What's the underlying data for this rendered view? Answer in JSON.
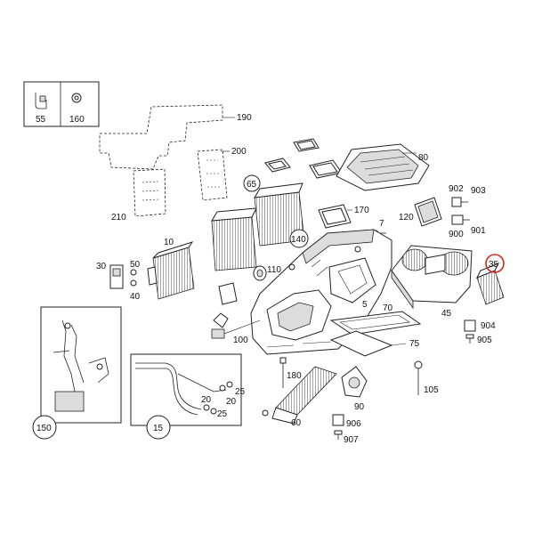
{
  "diagram": {
    "labels": {
      "p10": "10",
      "p15": "15",
      "p20a": "20",
      "p20b": "20",
      "p25a": "25",
      "p25b": "25",
      "p30": "30",
      "p35": "35",
      "p40": "40",
      "p45": "45",
      "p5": "5",
      "p50": "50",
      "p55": "55",
      "p60": "60",
      "p65": "65",
      "p7": "7",
      "p70": "70",
      "p75": "75",
      "p80": "80",
      "p90": "90",
      "p100": "100",
      "p105": "105",
      "p110": "110",
      "p120": "120",
      "p140": "140",
      "p150": "150",
      "p160": "160",
      "p170": "170",
      "p180": "180",
      "p190": "190",
      "p200": "200",
      "p210": "210",
      "p900": "900",
      "p901": "901",
      "p902": "902",
      "p903": "903",
      "p904": "904",
      "p905": "905",
      "p906": "906",
      "p907": "907"
    },
    "highlight_color": "#d9261c"
  }
}
